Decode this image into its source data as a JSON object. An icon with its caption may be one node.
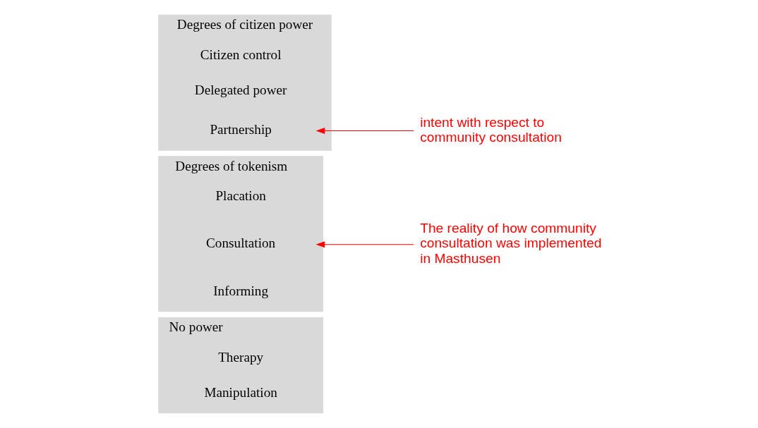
{
  "diagram": {
    "nodes": [
      {
        "text": [
          "Degrees of citizen power"
        ]
      },
      {
        "text": [
          "Citizen control"
        ],
        "in": 0
      },
      {
        "text": [
          "Delegated power"
        ],
        "in": 0
      },
      {
        "text": [
          "Partnership"
        ],
        "in": 0
      },
      {
        "text": [
          "Degrees of tokenism"
        ]
      },
      {
        "text": [
          "Placation"
        ],
        "in": 4
      },
      {
        "text": [
          "Consultation"
        ],
        "in": 4
      },
      {
        "text": [
          "Informing"
        ],
        "in": 4
      },
      {
        "text": [
          "No power"
        ]
      },
      {
        "text": [
          "Therapy"
        ],
        "in": 8
      },
      {
        "text": [
          "Manipulation"
        ],
        "in": 8
      },
      {
        "text": [
          "intent with respect to community consultation"
        ]
      },
      {
        "text": [
          "The reality of how community consultation was implemented in Masthusen"
        ]
      }
    ],
    "edges": [
      {
        "from": 11,
        "to": 3,
        "arrow": "to",
        "color": "#ff0000"
      },
      {
        "from": 12,
        "to": 6,
        "arrow": "to",
        "color": "#ff0000"
      }
    ]
  }
}
